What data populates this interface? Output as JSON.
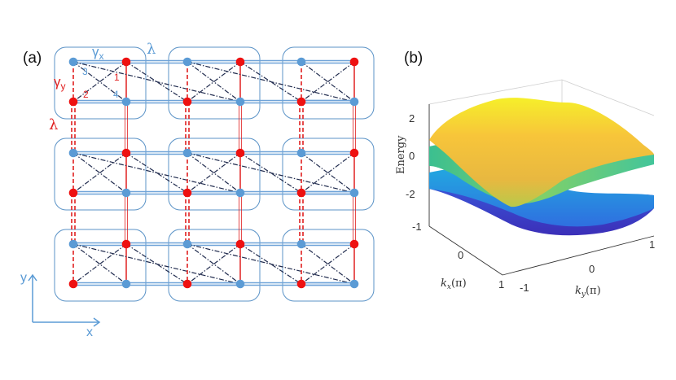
{
  "panel_a": {
    "label": "(a)",
    "gamma_x": "γ",
    "gamma_x_sub": "x",
    "gamma_y": "γ",
    "gamma_y_sub": "y",
    "lambda_top": "λ",
    "lambda_left": "λ",
    "site_numbers": [
      "1",
      "2",
      "3",
      "4"
    ],
    "axis_y": "y",
    "axis_x": "x",
    "colors": {
      "red_site": "#ee1111",
      "blue_site": "#5b9bd5",
      "blue_bond": "#6fa3d8",
      "red_bond": "#e02020",
      "dash_dot": "#1f2a4d",
      "cell_border": "#5b93c7"
    }
  },
  "panel_b": {
    "label": "(b)",
    "zlabel": "Energy",
    "z_ticks": [
      "2",
      "0",
      "-2"
    ],
    "kx_label": "k",
    "kx_sub": "x",
    "kx_unit": "(π)",
    "ky_label": "k",
    "ky_sub": "y",
    "ky_unit": "(π)",
    "kx_ticks": [
      "-1",
      "0",
      "1"
    ],
    "ky_ticks": [
      "-1",
      "0",
      "1"
    ]
  }
}
